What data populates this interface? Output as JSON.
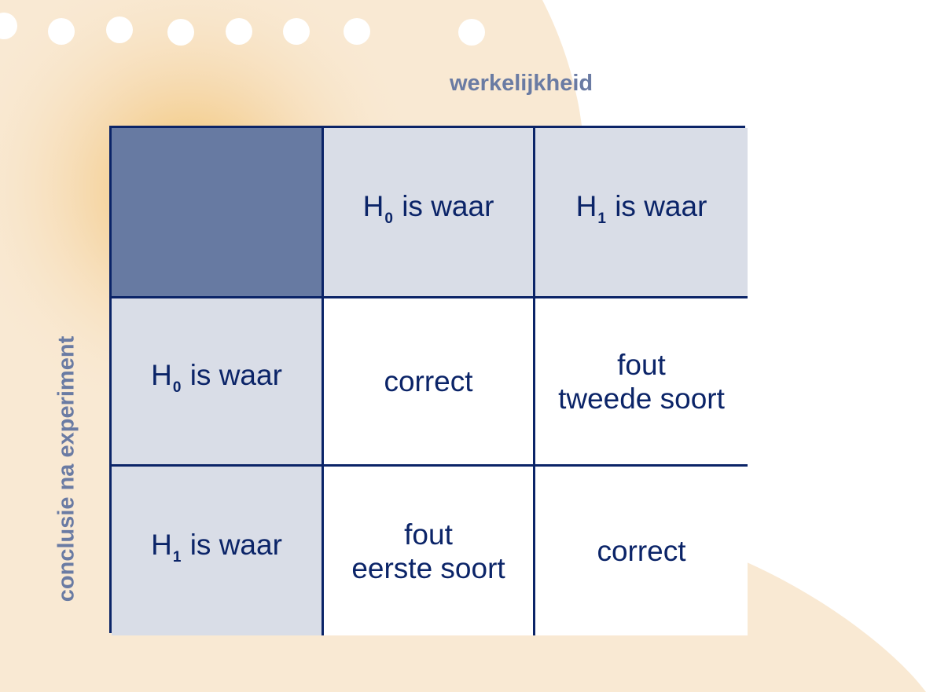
{
  "column_axis_label": "werkelijkheid",
  "row_axis_label": "conclusie na experiment",
  "column_headers": [
    {
      "symbol": "H",
      "subscript": "0",
      "text": "is waar"
    },
    {
      "symbol": "H",
      "subscript": "1",
      "text": "is waar"
    }
  ],
  "rows": [
    {
      "header": {
        "symbol": "H",
        "subscript": "0",
        "text": "is waar"
      },
      "cells": [
        {
          "lines": [
            "correct"
          ]
        },
        {
          "lines": [
            "fout",
            "tweede soort"
          ]
        }
      ]
    },
    {
      "header": {
        "symbol": "H",
        "subscript": "1",
        "text": "is waar"
      },
      "cells": [
        {
          "lines": [
            "fout",
            "eerste soort"
          ]
        },
        {
          "lines": [
            "correct"
          ]
        }
      ]
    }
  ],
  "colors": {
    "text": "#0b2468",
    "grid_lines": "#0b2468",
    "corner_fill": "#677aa2",
    "header_fill": "#d9dde7",
    "axis_label": "#6a7ba3",
    "paper": "#f9e9d3",
    "glow": "#efb84f"
  }
}
